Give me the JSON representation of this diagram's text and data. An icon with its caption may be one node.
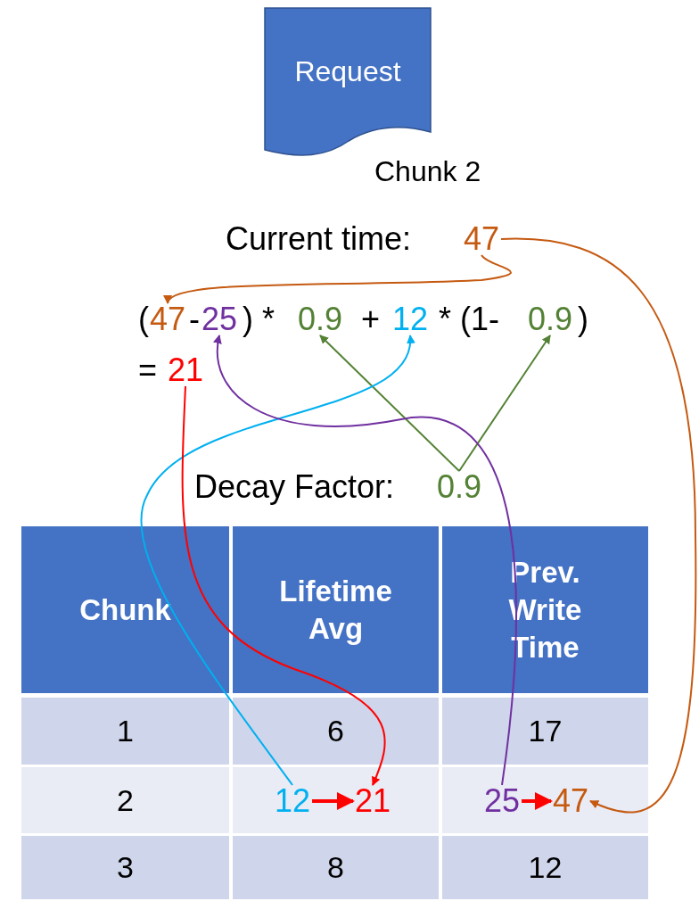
{
  "diagram": {
    "nodes": [
      {
        "text": [
          "Request"
        ],
        "beside": [
          "Chunk 2"
        ]
      },
      {
        "text": [
          "47"
        ]
      },
      {
        "text": [
          "47"
        ]
      },
      {
        "text": [
          "25"
        ]
      },
      {
        "text": [
          "0.9"
        ]
      },
      {
        "text": [
          "12"
        ]
      },
      {
        "text": [
          "0.9"
        ]
      },
      {
        "text": [
          "21"
        ]
      },
      {
        "text": [
          "0.9"
        ]
      },
      {
        "text": [
          "12"
        ]
      },
      {
        "text": [
          "21"
        ]
      },
      {
        "text": [
          "25"
        ]
      },
      {
        "text": [
          "47"
        ]
      }
    ],
    "edges": [
      {
        "from": 1,
        "to": 2,
        "arrow": "to",
        "color": "#c55a11"
      },
      {
        "from": 1,
        "to": 12,
        "arrow": "to",
        "color": "#c55a11"
      },
      {
        "from": 8,
        "to": 4,
        "arrow": "to",
        "color": "#548235"
      },
      {
        "from": 8,
        "to": 6,
        "arrow": "to",
        "color": "#548235"
      },
      {
        "from": 9,
        "to": 5,
        "arrow": "to",
        "color": "#00b0f0"
      },
      {
        "from": 11,
        "to": 3,
        "arrow": "to",
        "color": "#7030a0"
      },
      {
        "from": 7,
        "to": 10,
        "arrow": "to",
        "color": "#ff0000"
      },
      {
        "from": 9,
        "to": 10,
        "arrow": "to",
        "style": "thick",
        "color": "#ff0000"
      },
      {
        "from": 11,
        "to": 12,
        "arrow": "to",
        "style": "thick",
        "color": "#ff0000"
      }
    ],
    "labels": [
      "Current time:",
      "(",
      "-",
      ") *",
      "+",
      "* (1-",
      ")",
      "=",
      "Decay Factor:",
      "Chunk",
      "Lifetime Avg",
      "Prev. Write Time",
      "1",
      "6",
      "17",
      "2",
      "3",
      "8",
      "12"
    ]
  }
}
